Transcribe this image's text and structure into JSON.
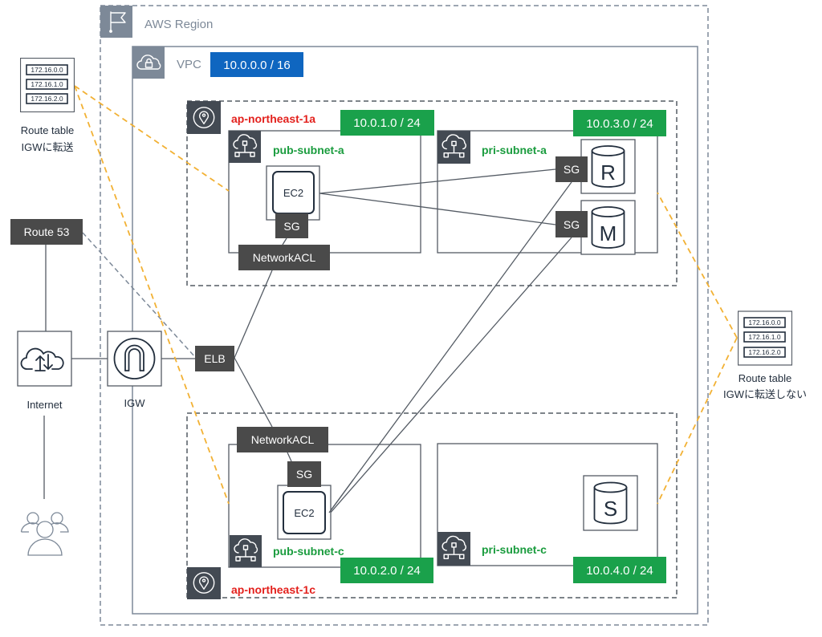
{
  "region": {
    "label": "AWS Region",
    "icon": "flag-icon"
  },
  "vpc": {
    "label": "VPC",
    "cidr": "10.0.0.0 / 16",
    "icon": "cloud-lock-icon"
  },
  "availability_zones": [
    {
      "name": "ap-northeast-1a",
      "icon": "location-pin-icon",
      "public_subnet": {
        "name": "pub-subnet-a",
        "cidr": "10.0.1.0 / 24"
      },
      "private_subnet": {
        "name": "pri-subnet-a",
        "cidr": "10.0.3.0 / 24"
      }
    },
    {
      "name": "ap-northeast-1c",
      "icon": "location-pin-icon",
      "public_subnet": {
        "name": "pub-subnet-c",
        "cidr": "10.0.2.0 / 24"
      },
      "private_subnet": {
        "name": "pri-subnet-c",
        "cidr": "10.0.4.0 / 24"
      }
    }
  ],
  "resources": {
    "ec2": "EC2",
    "sg": "SG",
    "nacl": "NetworkACL",
    "elb": "ELB",
    "igw": "IGW",
    "route53": "Route 53",
    "internet": "Internet",
    "db_replica": "R",
    "db_master": "M",
    "db_standby": "S"
  },
  "route_tables": [
    {
      "entries": [
        "172.16.0.0",
        "172.16.1.0",
        "172.16.2.0"
      ],
      "label": "Route table",
      "note": "IGWに転送"
    },
    {
      "entries": [
        "172.16.0.0",
        "172.16.1.0",
        "172.16.2.0"
      ],
      "label": "Route table",
      "note": "IGWに転送しない"
    }
  ],
  "colors": {
    "vpc_badge": "#0f66c0",
    "subnet_badge": "#1aa14b",
    "az_text": "#e3211d",
    "subnet_text": "#1a9c3e",
    "route_line": "#f2b134",
    "dark_box": "#4a4a4a"
  }
}
